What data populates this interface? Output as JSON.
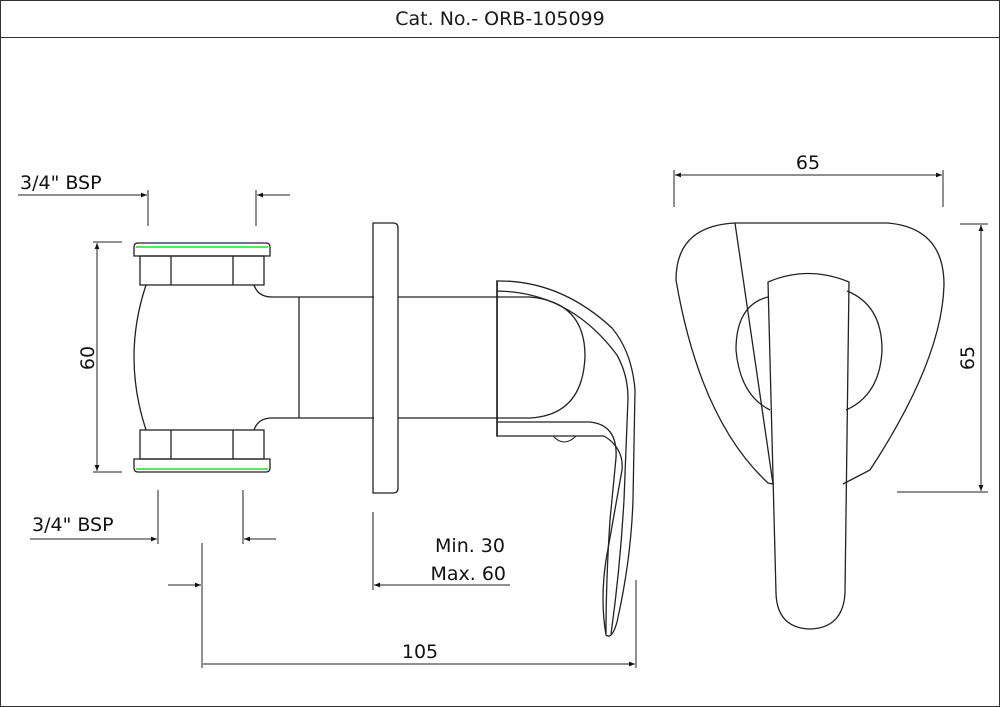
{
  "header": {
    "title": "Cat. No.- ORB-105099"
  },
  "dimensions": {
    "thread_top": "3/4\" BSP",
    "thread_bottom": "3/4\" BSP",
    "height_left": "60",
    "wall_min": "Min. 30",
    "wall_max": "Max. 60",
    "depth": "105",
    "front_width": "65",
    "front_height": "65"
  },
  "colors": {
    "line": "#222222",
    "thread_highlight": "#22dd22"
  }
}
